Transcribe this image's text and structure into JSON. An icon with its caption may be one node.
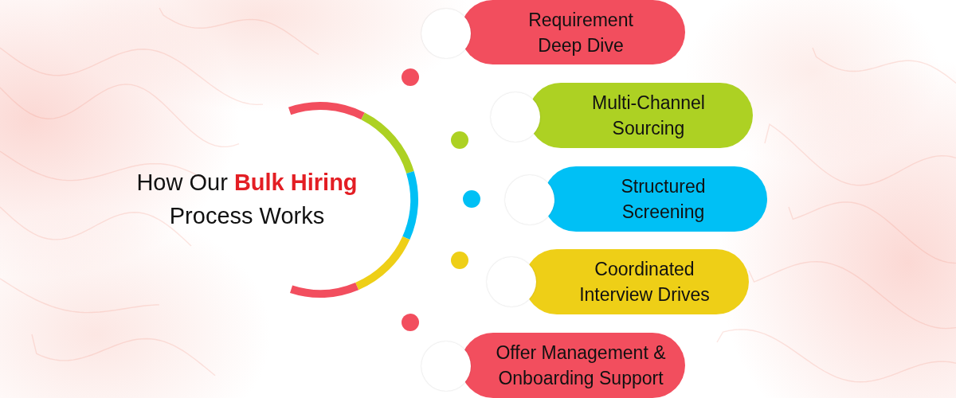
{
  "diagram": {
    "title": "How Our **Bulk Hiring** Process Works",
    "nodes": [
      {
        "text": [
          "Requirement Deep Dive"
        ]
      },
      {
        "text": [
          "Multi-Channel Sourcing"
        ]
      },
      {
        "text": [
          "Structured Screening"
        ]
      },
      {
        "text": [
          "Coordinated Interview Drives"
        ]
      },
      {
        "text": [
          "Offer Management & Onboarding Support"
        ]
      }
    ]
  }
}
